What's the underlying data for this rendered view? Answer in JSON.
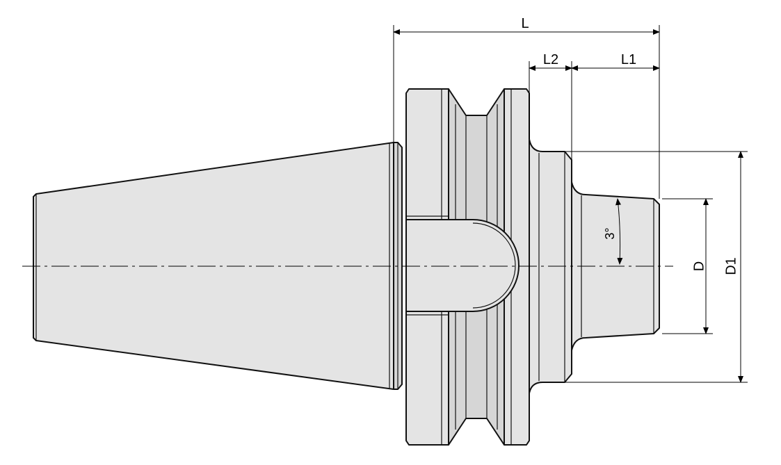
{
  "dimensions": {
    "overall_length": "L",
    "length_l2": "L2",
    "length_l1": "L1",
    "diameter_d": "D",
    "diameter_d1": "D1",
    "taper_angle": "3°"
  },
  "colors": {
    "body_fill": "#e4e4e4",
    "outline": "#111111",
    "dimension_lines": "#000000",
    "background": "#ffffff"
  }
}
